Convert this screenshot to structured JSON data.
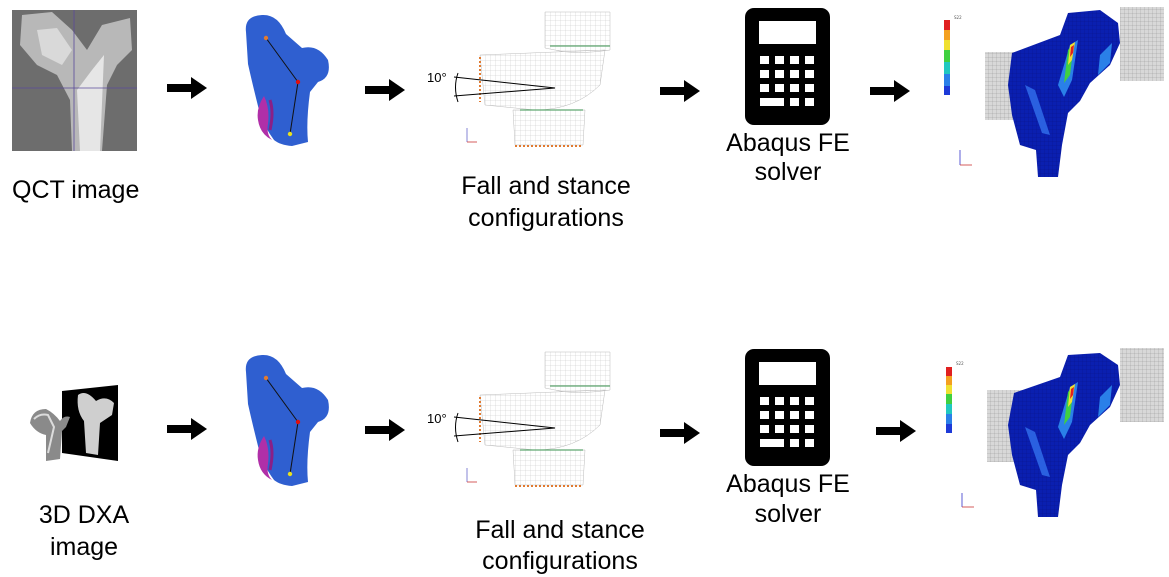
{
  "rows": [
    {
      "input_label": "QCT image",
      "config_label": "Fall and stance configurations",
      "config_line1": "Fall and stance",
      "config_line2": "configurations",
      "solver_line1": "Abaqus FE",
      "solver_line2": "solver",
      "angle": "10°"
    },
    {
      "input_line1": "3D DXA",
      "input_line2": "image",
      "config_line1": "Fall and stance",
      "config_line2": "configurations",
      "solver_line1": "Abaqus FE",
      "solver_line2": "solver",
      "angle": "10°"
    }
  ],
  "colors": {
    "mesh_blue": "#2f5fd0",
    "mesh_purple": "#b02fa8",
    "fe_dark_blue": "#0a1fb0",
    "arrow": "#000000",
    "mesh_grid": "#bdbdbd",
    "constraint_orange": "#e07a30"
  },
  "icons": [
    "calculator-icon",
    "right-arrow-icon"
  ]
}
